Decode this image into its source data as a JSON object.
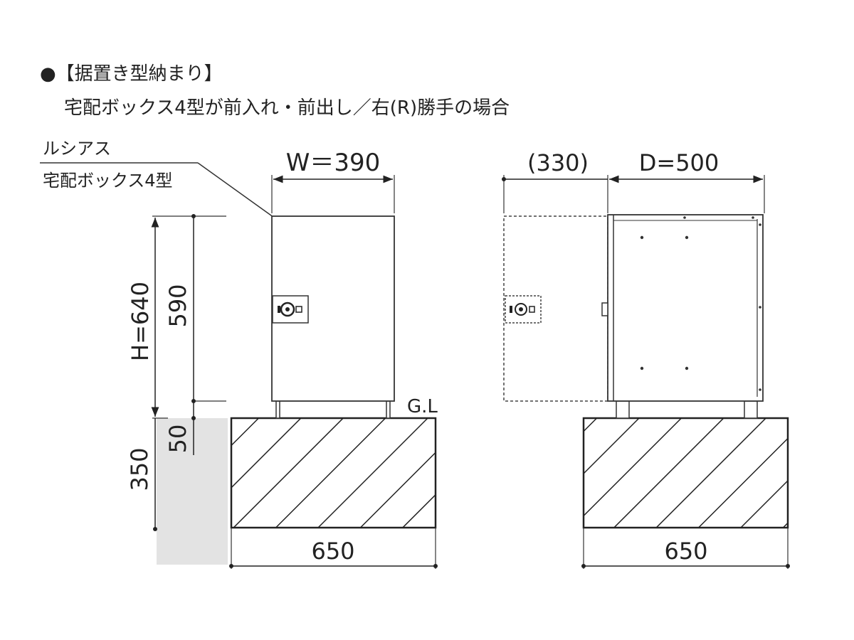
{
  "header": {
    "title": "●【据置き型納まり】",
    "subtitle": "宅配ボックス4型が前入れ・前出し／右(R)勝手の場合"
  },
  "product": {
    "series": "ルシアス",
    "model": "宅配ボックス4型"
  },
  "front_view": {
    "width_label": "W＝390",
    "height_label": "H=640",
    "body_height_label": "590",
    "leg_height_label": "50",
    "foundation_depth_label": "350",
    "foundation_width_label": "650",
    "ground_label": "G.L"
  },
  "side_view": {
    "door_swing_label": "(330)",
    "depth_label": "D=500",
    "foundation_width_label": "650"
  },
  "colors": {
    "line": "#333333",
    "hatch": "#222222",
    "soil": "#e3e3e3",
    "box_fill": "#ffffff"
  }
}
